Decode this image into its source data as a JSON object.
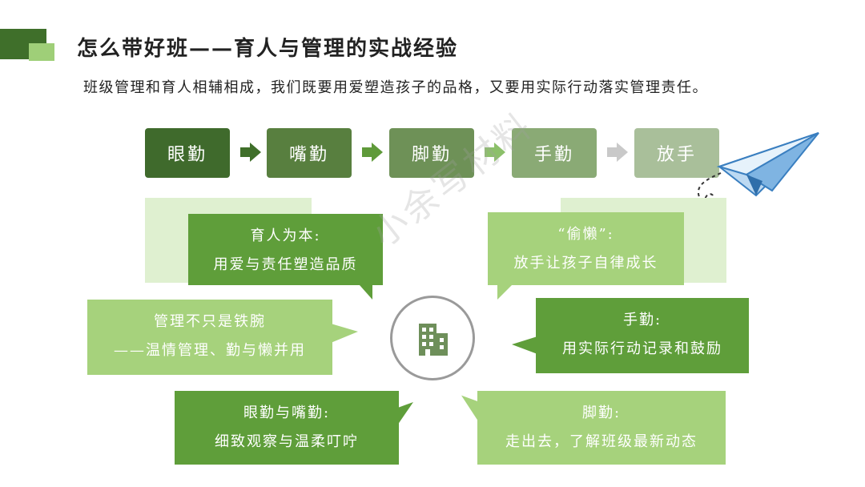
{
  "header": {
    "title": "怎么带好班——育人与管理的实战经验",
    "subtitle": "班级管理和育人相辅相成，我们既要用爱塑造孩子的品格，又要用实际行动落实管理责任。"
  },
  "steps": [
    {
      "label": "眼勤",
      "color": "#3f6a2c"
    },
    {
      "label": "嘴勤",
      "color": "#587f3f"
    },
    {
      "label": "脚勤",
      "color": "#6e9157"
    },
    {
      "label": "手勤",
      "color": "#8aaa75"
    },
    {
      "label": "放手",
      "color": "#a9bf9a"
    }
  ],
  "bubbles": {
    "yuren": {
      "line1": "育人为本:",
      "line2": "用爱与责任塑造品质",
      "color": "#5f9e3a"
    },
    "guanli": {
      "line1": "管理不只是铁腕",
      "line2": "——温情管理、勤与懒并用",
      "color": "#a6d27c"
    },
    "yanqin": {
      "line1": "眼勤与嘴勤:",
      "line2": "细致观察与温柔叮咛",
      "color": "#5f9e3a"
    },
    "toulan": {
      "line1": "“偷懒”:",
      "line2": "放手让孩子自律成长",
      "color": "#a6d27c"
    },
    "shouqin": {
      "line1": "手勤:",
      "line2": "用实际行动记录和鼓励",
      "color": "#5f9e3a"
    },
    "jiaoqin": {
      "line1": "脚勤:",
      "line2": "走出去，了解班级最新动态",
      "color": "#a6d27c"
    }
  },
  "icons": {
    "center": "building-icon",
    "decor": "paper-plane-icon"
  },
  "watermark": "小余写材料"
}
